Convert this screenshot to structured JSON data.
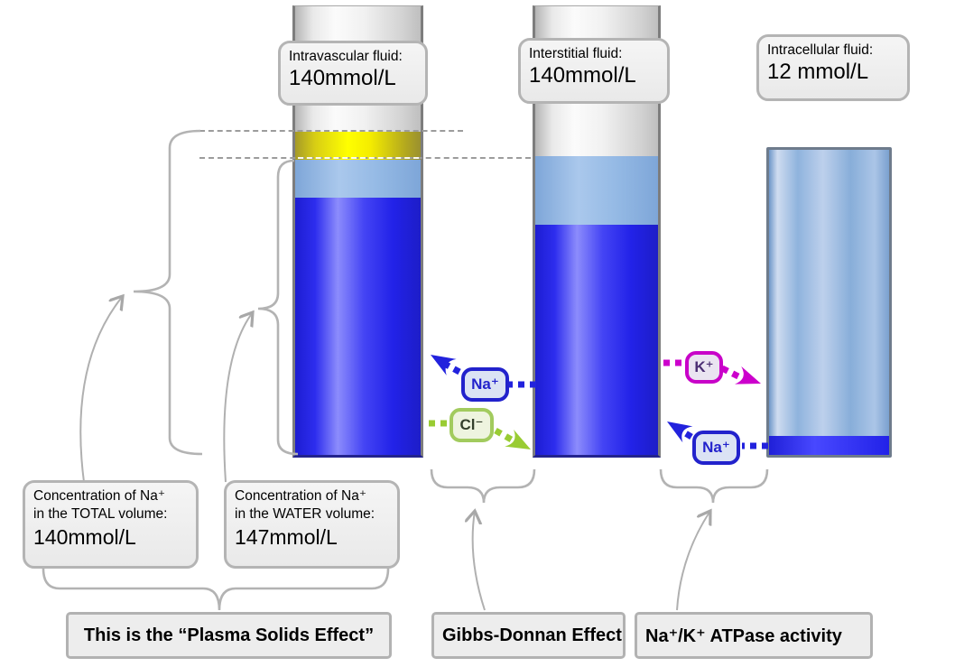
{
  "compartments": [
    {
      "id": "intravascular",
      "label": "Intravascular fluid:",
      "value": "140mmol/L"
    },
    {
      "id": "interstitial",
      "label": "Interstitial fluid:",
      "value": "140mmol/L"
    },
    {
      "id": "intracellular",
      "label": "Intracellular fluid:",
      "value": "12 mmol/L"
    }
  ],
  "callouts": {
    "total": {
      "line1": "Concentration of Na⁺",
      "line2": "in the TOTAL volume:",
      "value": "140mmol/L"
    },
    "water": {
      "line1": "Concentration of Na⁺",
      "line2": "in the WATER volume:",
      "value": "147mmol/L"
    }
  },
  "captions": {
    "plasma_solids": "This is the “Plasma Solids Effect”",
    "gibbs_donnan": "Gibbs-Donnan Effect",
    "atpase": "Na⁺/K⁺ ATPase activity"
  },
  "ions": {
    "na_gibbs": "Na⁺",
    "cl_gibbs": "Cl⁻",
    "k_atpase": "K⁺",
    "na_atpase": "Na⁺"
  },
  "colors": {
    "sodium_badge": "#2222cc",
    "chloride_badge": "#a2cb5e",
    "potassium_badge": "#c803c8",
    "plasma_solids_band": "#ffff00",
    "water_band": "#8fb4e0",
    "fluid_blue": "#2323e8",
    "annotation_gray": "#b0b0b0"
  }
}
